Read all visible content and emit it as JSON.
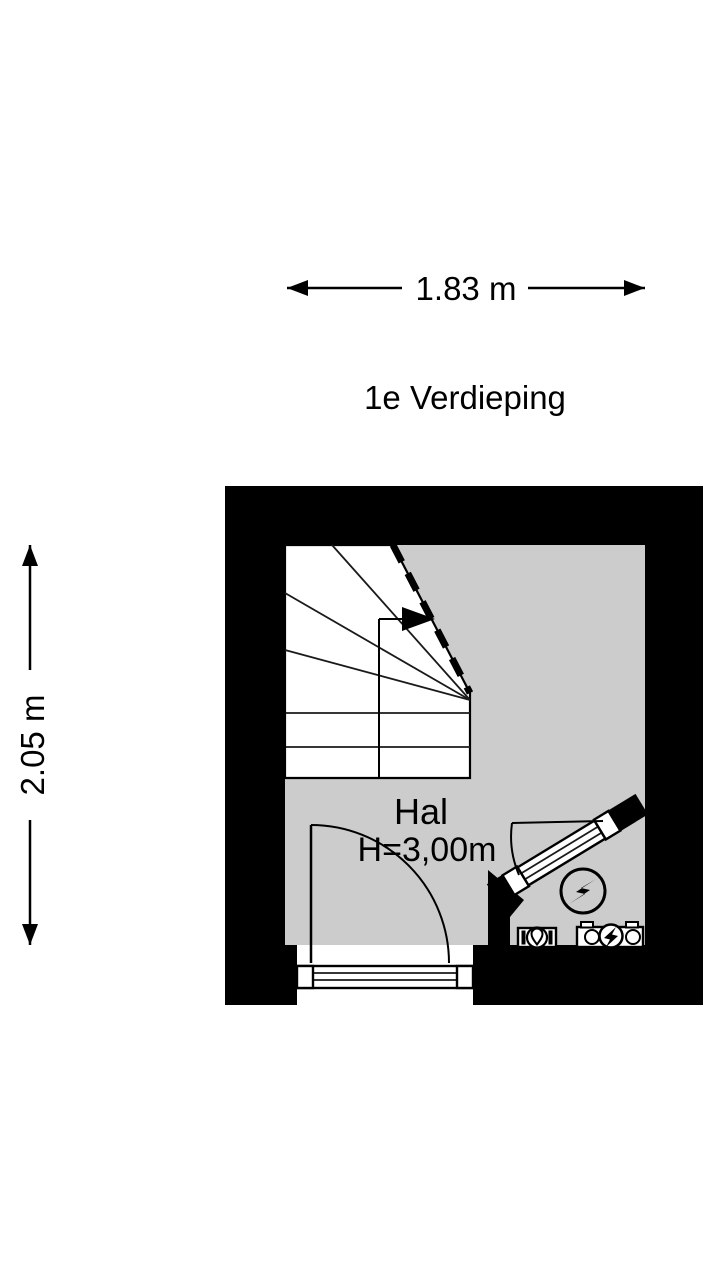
{
  "title": "1e Verdieping",
  "dimensions": {
    "width_label": "1.83 m",
    "height_label": "2.05 m"
  },
  "room": {
    "name": "Hal",
    "ceiling_height": "H=3,00m"
  },
  "icons": {
    "stair_direction": "stairs-up-arrow",
    "electric_meter": "lightning-circle",
    "light_point": "lamp-droplet-box",
    "fuse_box": "meter-box-lightning"
  },
  "colors": {
    "wall": "#000000",
    "floor": "#cccccc",
    "background": "#ffffff"
  }
}
